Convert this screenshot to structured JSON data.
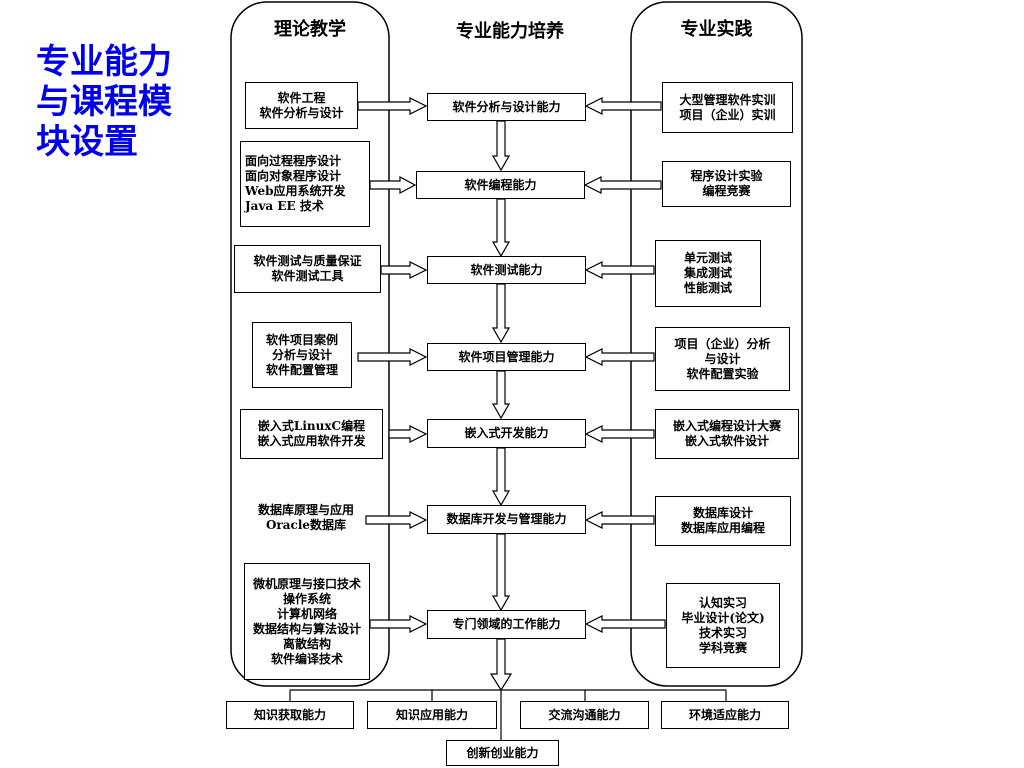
{
  "title_lines": [
    "专业能力",
    "与课程模",
    "块设置"
  ],
  "columns": {
    "theory": "理论教学",
    "ability": "专业能力培养",
    "practice": "专业实践"
  },
  "abilities": [
    "软件分析与设计能力",
    "软件编程能力",
    "软件测试能力",
    "软件项目管理能力",
    "嵌入式开发能力",
    "数据库开发与管理能力",
    "专门领域的工作能力"
  ],
  "theory_courses": [
    [
      "软件工程",
      "软件分析与设计"
    ],
    [
      "面向过程程序设计",
      "面向对象程序设计",
      "Web应用系统开发",
      "Java EE 技术"
    ],
    [
      "软件测试与质量保证",
      "软件测试工具"
    ],
    [
      "软件项目案例",
      "分析与设计",
      "软件配置管理"
    ],
    [
      "嵌入式LinuxC编程",
      "嵌入式应用软件开发"
    ],
    [
      "数据库原理与应用",
      "Oracle数据库"
    ],
    [
      "微机原理与接口技术",
      "操作系统",
      "计算机网络",
      "数据结构与算法设计",
      "离散结构",
      "软件编译技术"
    ]
  ],
  "practice_items": [
    [
      "大型管理软件实训",
      "项目（企业）实训"
    ],
    [
      "程序设计实验",
      "编程竞赛"
    ],
    [
      "单元测试",
      "集成测试",
      "性能测试"
    ],
    [
      "项目（企业）分析",
      "与设计",
      "软件配置实验"
    ],
    [
      "嵌入式编程设计大赛",
      "嵌入式软件设计"
    ],
    [
      "数据库设计",
      "数据库应用编程"
    ],
    [
      "认知实习",
      "毕业设计(论文)",
      "技术实习",
      "学科竞赛"
    ]
  ],
  "outcomes": [
    "知识获取能力",
    "知识应用能力",
    "交流沟通能力",
    "环境适应能力"
  ],
  "final_outcome": "创新创业能力"
}
